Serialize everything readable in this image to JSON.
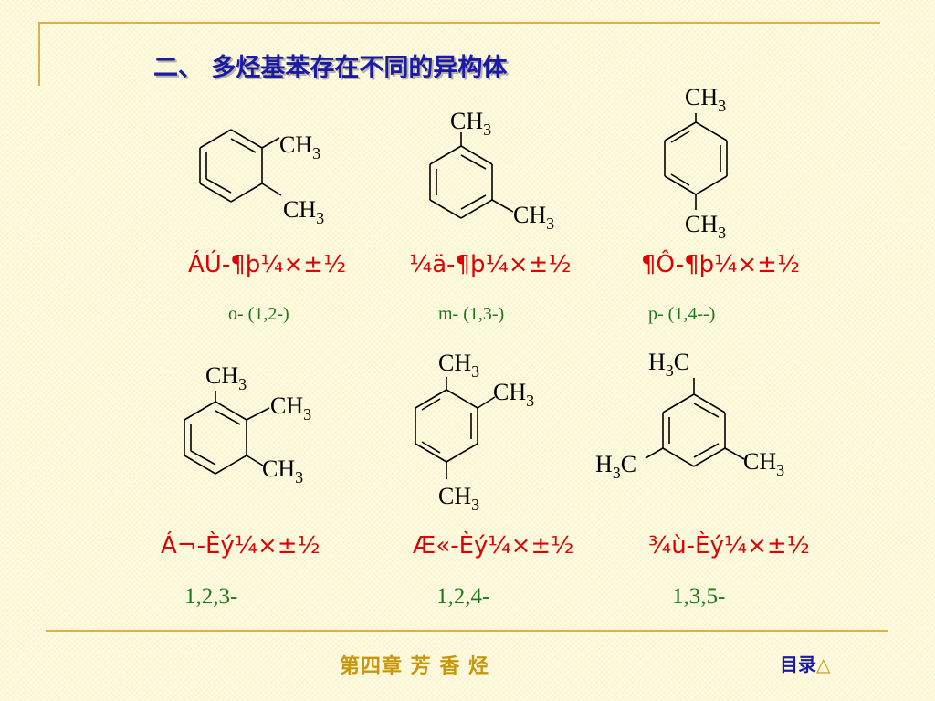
{
  "title": "二、 多烃基苯存在不同的异构体",
  "row1": {
    "names": [
      "ÁÚ-¶þ¼×±½",
      "¼ä-¶þ¼×±½",
      "¶Ô-¶þ¼×±½"
    ],
    "positions": [
      "o- (1,2-)",
      "m- (1,3-)",
      "p- (1,4--)"
    ]
  },
  "row2": {
    "names": [
      "Á¬-Èý¼×±½",
      "Æ«-Èý¼×±½",
      "¾ù-Èý¼×±½"
    ],
    "positions": [
      "1,2,3-",
      "1,2,4-",
      "1,3,5-"
    ]
  },
  "substituents": {
    "ch3": "CH",
    "h3c_h": "H",
    "h3c_c": "C",
    "subscript": "3"
  },
  "footer": {
    "chapter": "第四章 芳 香 烃",
    "toc_link": "目录",
    "toc_icon": "△"
  },
  "colors": {
    "title": "#1a1aa8",
    "name_red": "#e00000",
    "label_green": "#1a7a1a",
    "accent_gold": "#c8960a"
  }
}
